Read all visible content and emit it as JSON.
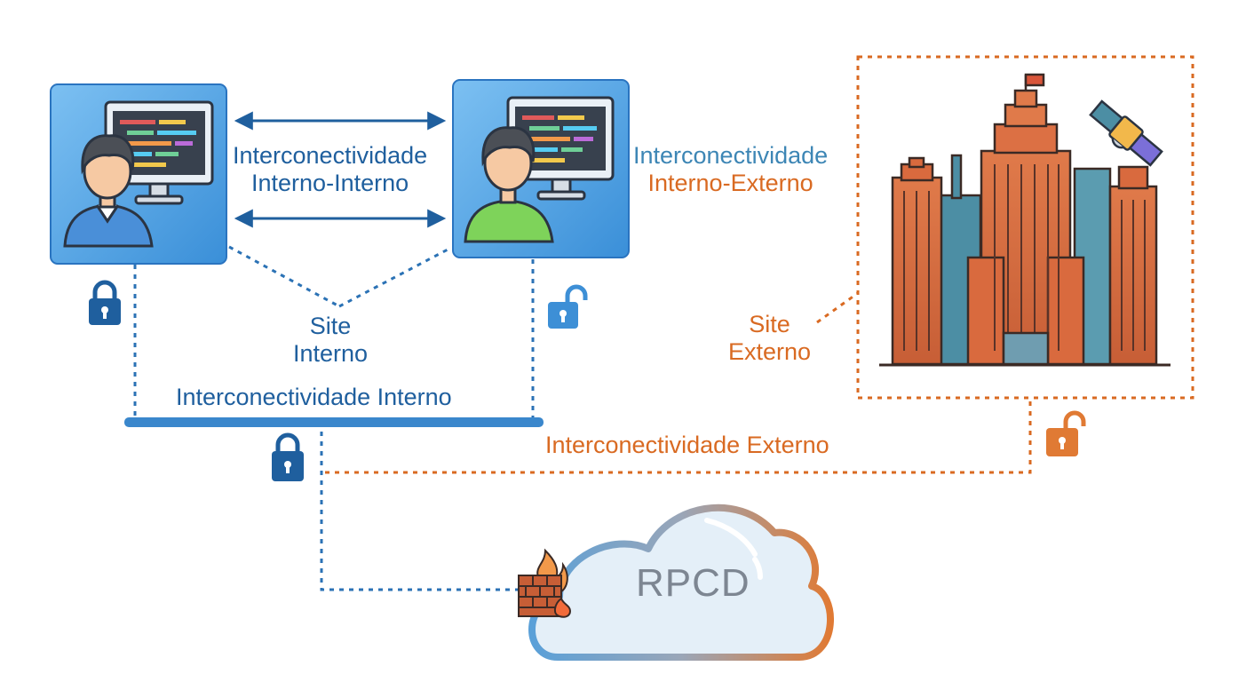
{
  "labels": {
    "interno_interno_line1": "Interconectividade",
    "interno_interno_line2": "Interno-Interno",
    "interno_externo_line1": "Interconectividade",
    "interno_externo_line2": "Interno-Externo",
    "site_interno_line1": "Site",
    "site_interno_line2": "Interno",
    "site_externo_line1": "Site",
    "site_externo_line2": "Externo",
    "bus_label": "Interconectividade Interno",
    "externo_link_label": "Interconectividade Externo",
    "cloud_label": "RPCD"
  },
  "colors": {
    "internal_blue": "#1f5f9e",
    "node_blue": "#4a9fe0",
    "external_orange": "#d96a22",
    "cloud_fill": "#e4eff8"
  },
  "icons": {
    "node_left": "developer-workstation-icon",
    "node_right": "developer-workstation-icon",
    "external_site": "city-buildings-icon",
    "satellite": "satellite-icon",
    "firewall": "firewall-icon",
    "lock_closed": "lock-closed-icon",
    "lock_open": "lock-open-icon"
  }
}
